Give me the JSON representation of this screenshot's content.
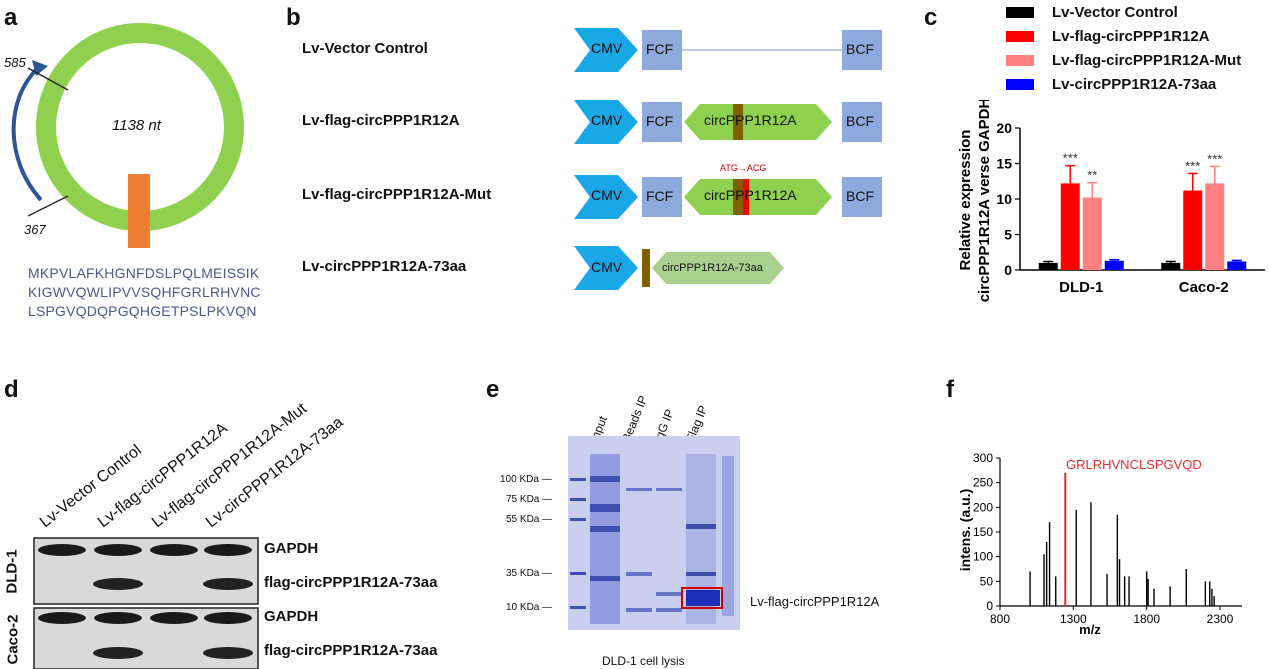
{
  "panels": {
    "a": "a",
    "b": "b",
    "c": "c",
    "d": "d",
    "e": "e",
    "f": "f"
  },
  "panel_a": {
    "length": "1138 nt",
    "pos_top": "585",
    "pos_bottom": "367",
    "sequence": [
      "MKPVLAFKHGNFDSLPQLMEISSIK",
      "KIGWVQWLIPVVSQHFGRLRHVNC",
      "LSPGVQDQPGQHGETPSLPKVQN"
    ],
    "colors": {
      "ring": "#8fd14f",
      "orf": "#ed7d31",
      "arrow": "#2e5597"
    }
  },
  "panel_b": {
    "constructs": [
      {
        "name": "Lv-Vector Control"
      },
      {
        "name": "Lv-flag-circPPP1R12A",
        "insert": "circPPP1R12A"
      },
      {
        "name": "Lv-flag-circPPP1R12A-Mut",
        "insert": "circPPP1R12A",
        "mutation": "ATG→ACG"
      },
      {
        "name": "Lv-circPPP1R12A-73aa",
        "insert": "circPPP1R12A-73aa"
      }
    ],
    "promoter": "CMV",
    "fcf": "FCF",
    "bcf": "BCF",
    "colors": {
      "promoter": "#1aa7e8",
      "box": "#8ea9db",
      "insert": "#8fd14f",
      "insert_light": "#a9d18e",
      "flag": "#7f6000",
      "mut": "#ff0000"
    }
  },
  "panel_c": {
    "legend": [
      "Lv-Vector Control",
      "Lv-flag-circPPP1R12A",
      "Lv-flag-circPPP1R12A-Mut",
      "Lv-circPPP1R12A-73aa"
    ]
  },
  "chart_data": {
    "type": "bar",
    "categories": [
      "DLD-1",
      "Caco-2"
    ],
    "ylabel_line1": "Relative expression",
    "ylabel_line2": "circPPP1R12A verse GAPDH",
    "ylim": [
      0,
      20
    ],
    "yticks": [
      0,
      5,
      10,
      15,
      20
    ],
    "series": [
      {
        "name": "Lv-Vector Control",
        "color": "#000000",
        "values": [
          1.0,
          1.0
        ],
        "err": [
          0.2,
          0.2
        ],
        "sig": [
          "",
          ""
        ]
      },
      {
        "name": "Lv-flag-circPPP1R12A",
        "color": "#ff0000",
        "values": [
          12.2,
          11.2
        ],
        "err": [
          2.5,
          2.4
        ],
        "sig": [
          "***",
          "***"
        ]
      },
      {
        "name": "Lv-flag-circPPP1R12A-Mut",
        "color": "#ff8080",
        "values": [
          10.2,
          12.2
        ],
        "err": [
          2.1,
          2.4
        ],
        "sig": [
          "**",
          "***"
        ]
      },
      {
        "name": "Lv-circPPP1R12A-73aa",
        "color": "#0000ff",
        "values": [
          1.3,
          1.2
        ],
        "err": [
          0.15,
          0.15
        ],
        "sig": [
          "",
          ""
        ]
      }
    ]
  },
  "panel_d": {
    "lanes": [
      "Lv-Vector Control",
      "Lv-flag-circPPP1R12A",
      "Lv-flag-circPPP1R12A-Mut",
      "Lv-circPPP1R12A-73aa"
    ],
    "cells": [
      "DLD-1",
      "Caco-2"
    ],
    "bands": [
      "GAPDH",
      "flag-circPPP1R12A-73aa"
    ]
  },
  "panel_e": {
    "lanes": [
      "Input",
      "Beads IP",
      "IgG IP",
      "Flag IP"
    ],
    "markers": [
      "100 KDa",
      "75 KDa",
      "55 KDa",
      "35 KDa",
      "10 KDa"
    ],
    "band_label": "Lv-flag-circPPP1R12A",
    "caption": "DLD-1 cell lysis"
  },
  "panel_f": {
    "ylabel": "intens. (a.u.)",
    "xlabel": "m/z",
    "yticks": [
      "0",
      "50",
      "100",
      "150",
      "200",
      "250",
      "300"
    ],
    "xticks": [
      "800",
      "1300",
      "1800",
      "2300"
    ],
    "peptide": "GRLRHVNCLSPGVQD",
    "peaks_mz": [
      1005,
      1100,
      1118,
      1138,
      1180,
      1245,
      1320,
      1420,
      1530,
      1600,
      1615,
      1650,
      1680,
      1800,
      1810,
      1850,
      1960,
      2070,
      2200,
      2230,
      2245,
      2260
    ],
    "peaks_int": [
      70,
      105,
      130,
      170,
      60,
      270,
      195,
      210,
      65,
      185,
      95,
      60,
      60,
      70,
      55,
      35,
      40,
      75,
      50,
      50,
      35,
      20
    ],
    "highlight_mz": 1245
  }
}
